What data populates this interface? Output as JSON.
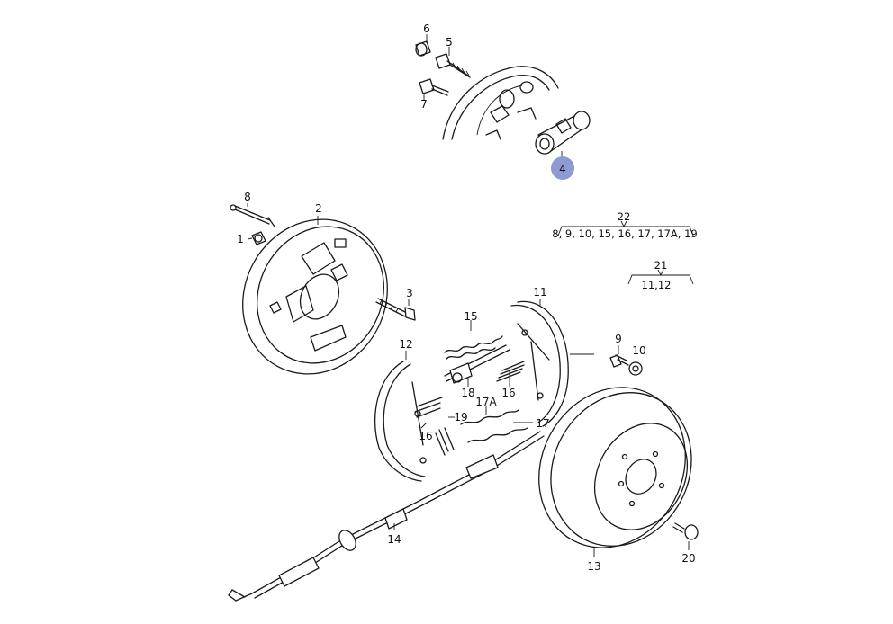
{
  "callouts": {
    "c1": "1",
    "c2": "2",
    "c3": "3",
    "c4": "4",
    "c5": "5",
    "c6": "6",
    "c7": "7",
    "c8": "8",
    "c9": "9",
    "c10": "10",
    "c11": "11",
    "c12": "12",
    "c13": "13",
    "c14": "14",
    "c15": "15",
    "c16a": "16",
    "c16b": "16",
    "c17": "17",
    "c17a": "17A",
    "c18": "18",
    "c19": "19",
    "c20": "20"
  },
  "groups": {
    "g22_label": "22",
    "g22_items": "8, 9, 10, 15, 16, 17, 17A, 19",
    "g21_label": "21",
    "g21_items": "11,12"
  },
  "highlight": {
    "part": "4",
    "color": "#8e9bd3"
  }
}
